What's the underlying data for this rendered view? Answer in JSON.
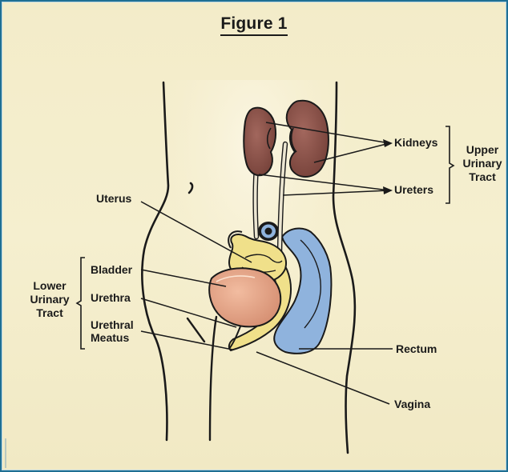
{
  "figure": {
    "title": "Figure 1"
  },
  "labels": {
    "kidneys": "Kidneys",
    "ureters": "Ureters",
    "uterus": "Uterus",
    "bladder": "Bladder",
    "urethra": "Urethra",
    "urethral_meatus_line1": "Urethral",
    "urethral_meatus_line2": "Meatus",
    "rectum": "Rectum",
    "vagina": "Vagina"
  },
  "groups": {
    "upper_urinary_tract": [
      "Upper",
      "Urinary",
      "Tract"
    ],
    "lower_urinary_tract": [
      "Lower",
      "Urinary",
      "Tract"
    ]
  },
  "colors": {
    "frame_border": "#1f6f93",
    "background": "#f3ecc9",
    "kidney": "#8b4f46",
    "bladder": "#e3a487",
    "uterus": "#f0e08a",
    "rectum": "#8fb3dd",
    "ureter": "#ece6d2"
  }
}
